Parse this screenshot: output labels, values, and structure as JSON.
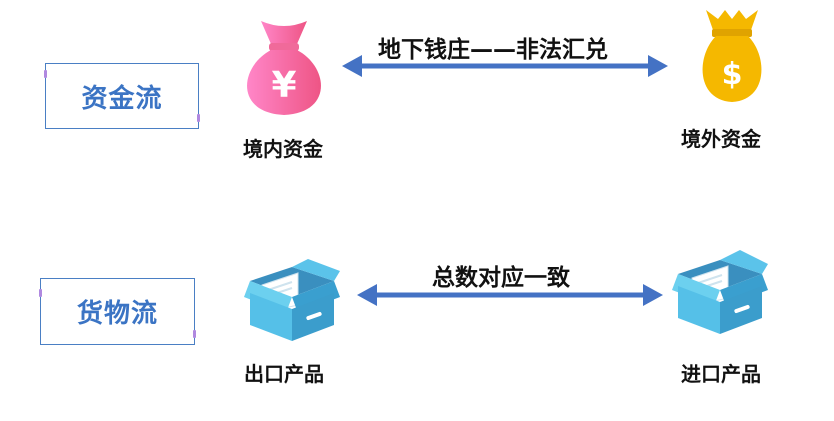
{
  "money_flow": {
    "title": "资金流",
    "left_label": "境内资金",
    "right_label": "境外资金",
    "relation": "地下钱庄——非法汇兑",
    "left_symbol": "¥",
    "right_symbol": "$"
  },
  "goods_flow": {
    "title": "货物流",
    "left_label": "出口产品",
    "right_label": "进口产品",
    "relation": "总数对应一致"
  },
  "colors": {
    "box_border": "#4a7fc4",
    "box_text": "#3b74c4",
    "arrow": "#4472c4",
    "yen_bag_start": "#ff79b8",
    "yen_bag_end": "#ef5a8a",
    "dollar_bag": "#f5b800",
    "box_icon": "#4fb7e0"
  }
}
